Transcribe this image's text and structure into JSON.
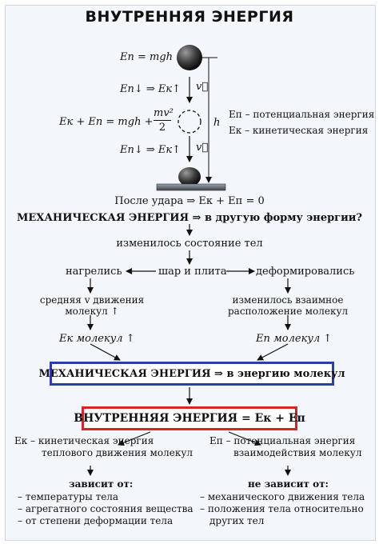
{
  "title": "ВНУТРЕННЯЯ ЭНЕРГИЯ",
  "mechanics": {
    "ep_formula": "Eп = mgh",
    "down_line_1": "Eп↓ ⇒ Eк↑",
    "energy_sum": "Eк + Eп = mgh + mv²/2",
    "energy_sum_left": "Eк + Eп = mgh +",
    "mv2_num": "mv²",
    "mv2_den": "2",
    "down_line_2": "Eп↓ ⇒ Eк↑",
    "velocity_1": "v⃗",
    "velocity_2": "v⃗",
    "height_label": "h",
    "legend_ep": "Eп – потенциальная энергия",
    "legend_ek": "Eк – кинетическая энергия",
    "after_impact": "После удара ⇒ Eк + Eп = 0"
  },
  "flow": {
    "question": "МЕХАНИЧЕСКАЯ ЭНЕРГИЯ ⇒ в другую форму энергии?",
    "state_changed": "изменилось состояние тел",
    "heated": "нагрелись",
    "ball_plate": "шар и плита",
    "deformed": "деформировались",
    "avg_speed_line1": "средняя v движения",
    "avg_speed_line2": "молекул ↑",
    "mutual_line1": "изменилось взаимное",
    "mutual_line2": "расположение молекул",
    "ek_molecules": "Eк молекул ↑",
    "ep_molecules": "Eп молекул ↑",
    "to_molecules": "МЕХАНИЧЕСКАЯ ЭНЕРГИЯ ⇒ в энергию молекул",
    "internal_energy": "ВНУТРЕННЯЯ ЭНЕРГИЯ = Eк + Eп"
  },
  "bottom": {
    "ek_def_line1": "Eк – кинетическая энергия",
    "ek_def_line2": "теплового движения молекул",
    "ep_def_line1": "Eп – потенциальная энергия",
    "ep_def_line2": "взаимодействия молекул",
    "depends_heading": "зависит от:",
    "depends_items": [
      "– температуры тела",
      "– агрегатного состояния вещества",
      "– от степени деформации тела"
    ],
    "not_depends_heading": "не зависит от:",
    "not_depends_items": [
      "– механического движения тела",
      "– положения тела относительно",
      "других тел"
    ]
  },
  "colors": {
    "blue_frame": "#2c3fa6",
    "red_frame": "#d1262a",
    "background": "#f3f6fb"
  }
}
